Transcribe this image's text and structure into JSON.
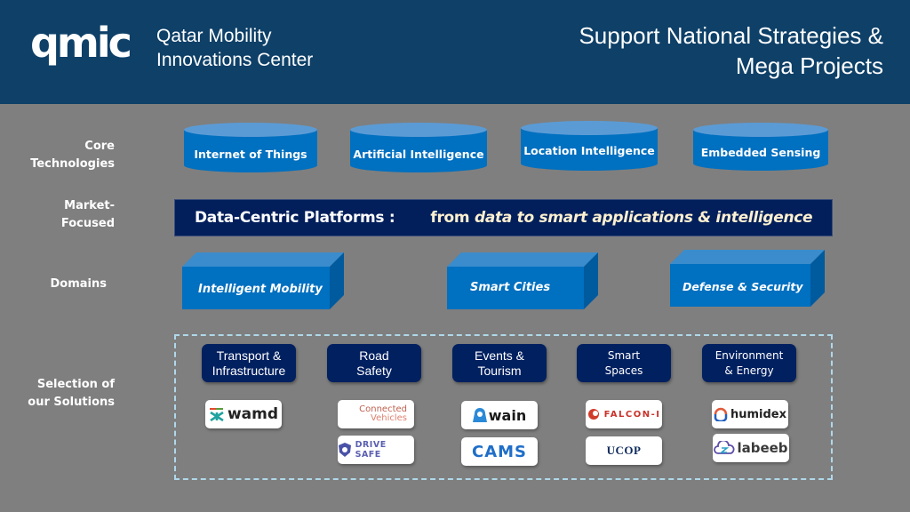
{
  "header": {
    "logo_text": "qmic",
    "org_name_line1": "Qatar Mobility",
    "org_name_line2": "Innovations Center",
    "headline_line1": "Support National Strategies &",
    "headline_line2": "Mega Projects"
  },
  "row_labels": {
    "core_line1": "Core",
    "core_line2": "Technologies",
    "market_line1": "Market-",
    "market_line2": "Focused",
    "domains": "Domains",
    "solutions_line1": "Selection of",
    "solutions_line2": "our Solutions"
  },
  "core_technologies": [
    {
      "label": "Internet of Things"
    },
    {
      "label": "Artificial Intelligence"
    },
    {
      "label": "Location Intelligence"
    },
    {
      "label": "Embedded Sensing"
    }
  ],
  "platform": {
    "title": "Data-Centric  Platforms :",
    "sub_prefix": "from ",
    "sub_italic": "data to smart applications & intelligence"
  },
  "domains": [
    {
      "label": "Intelligent Mobility"
    },
    {
      "label": "Smart Cities"
    },
    {
      "label": "Defense & Security"
    }
  ],
  "solution_categories": [
    {
      "line1": "Transport &",
      "line2": "Infrastructure"
    },
    {
      "line1": "Road",
      "line2": "Safety"
    },
    {
      "line1": "Events &",
      "line2": "Tourism"
    },
    {
      "line1": "Smart",
      "line2": "Spaces"
    },
    {
      "line1": "Environment",
      "line2": "& Energy"
    }
  ],
  "solution_logos": {
    "wamd": "wamd",
    "connected_line1": "Connected",
    "connected_line2": "Vehicles",
    "drivesafe": "DRIVE SAFE",
    "wain": "wain",
    "cams": "CAMS",
    "falcon": "FALCON-I",
    "ucop": "UCOP",
    "humidex": "humidex",
    "labeeb": "labeeb"
  },
  "colors": {
    "header_bg": "#0e4068",
    "page_bg": "#7f7f7f",
    "cylinder_body": "#0070c0",
    "cylinder_top": "#5b9bd5",
    "platform_bg": "#021f5b",
    "category_bg": "#002060",
    "dashed_border": "#b0d8ea"
  }
}
